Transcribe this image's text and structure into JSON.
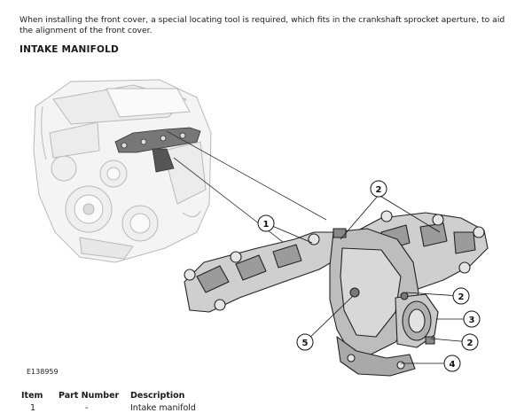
{
  "intro_text": "When installing the front cover, a special locating tool is required, which fits in the crankshaft sprocket aperture, to aid the alignment of the front cover.",
  "section_title": "INTAKE MANIFOLD",
  "figure_id": "E138959",
  "callouts": [
    "1",
    "2",
    "2",
    "2",
    "3",
    "4",
    "5"
  ],
  "table": {
    "headers": {
      "item": "Item",
      "part_number": "Part Number",
      "description": "Description"
    },
    "rows": [
      {
        "item": "1",
        "part_number": "-",
        "description": "Intake manifold"
      }
    ]
  }
}
